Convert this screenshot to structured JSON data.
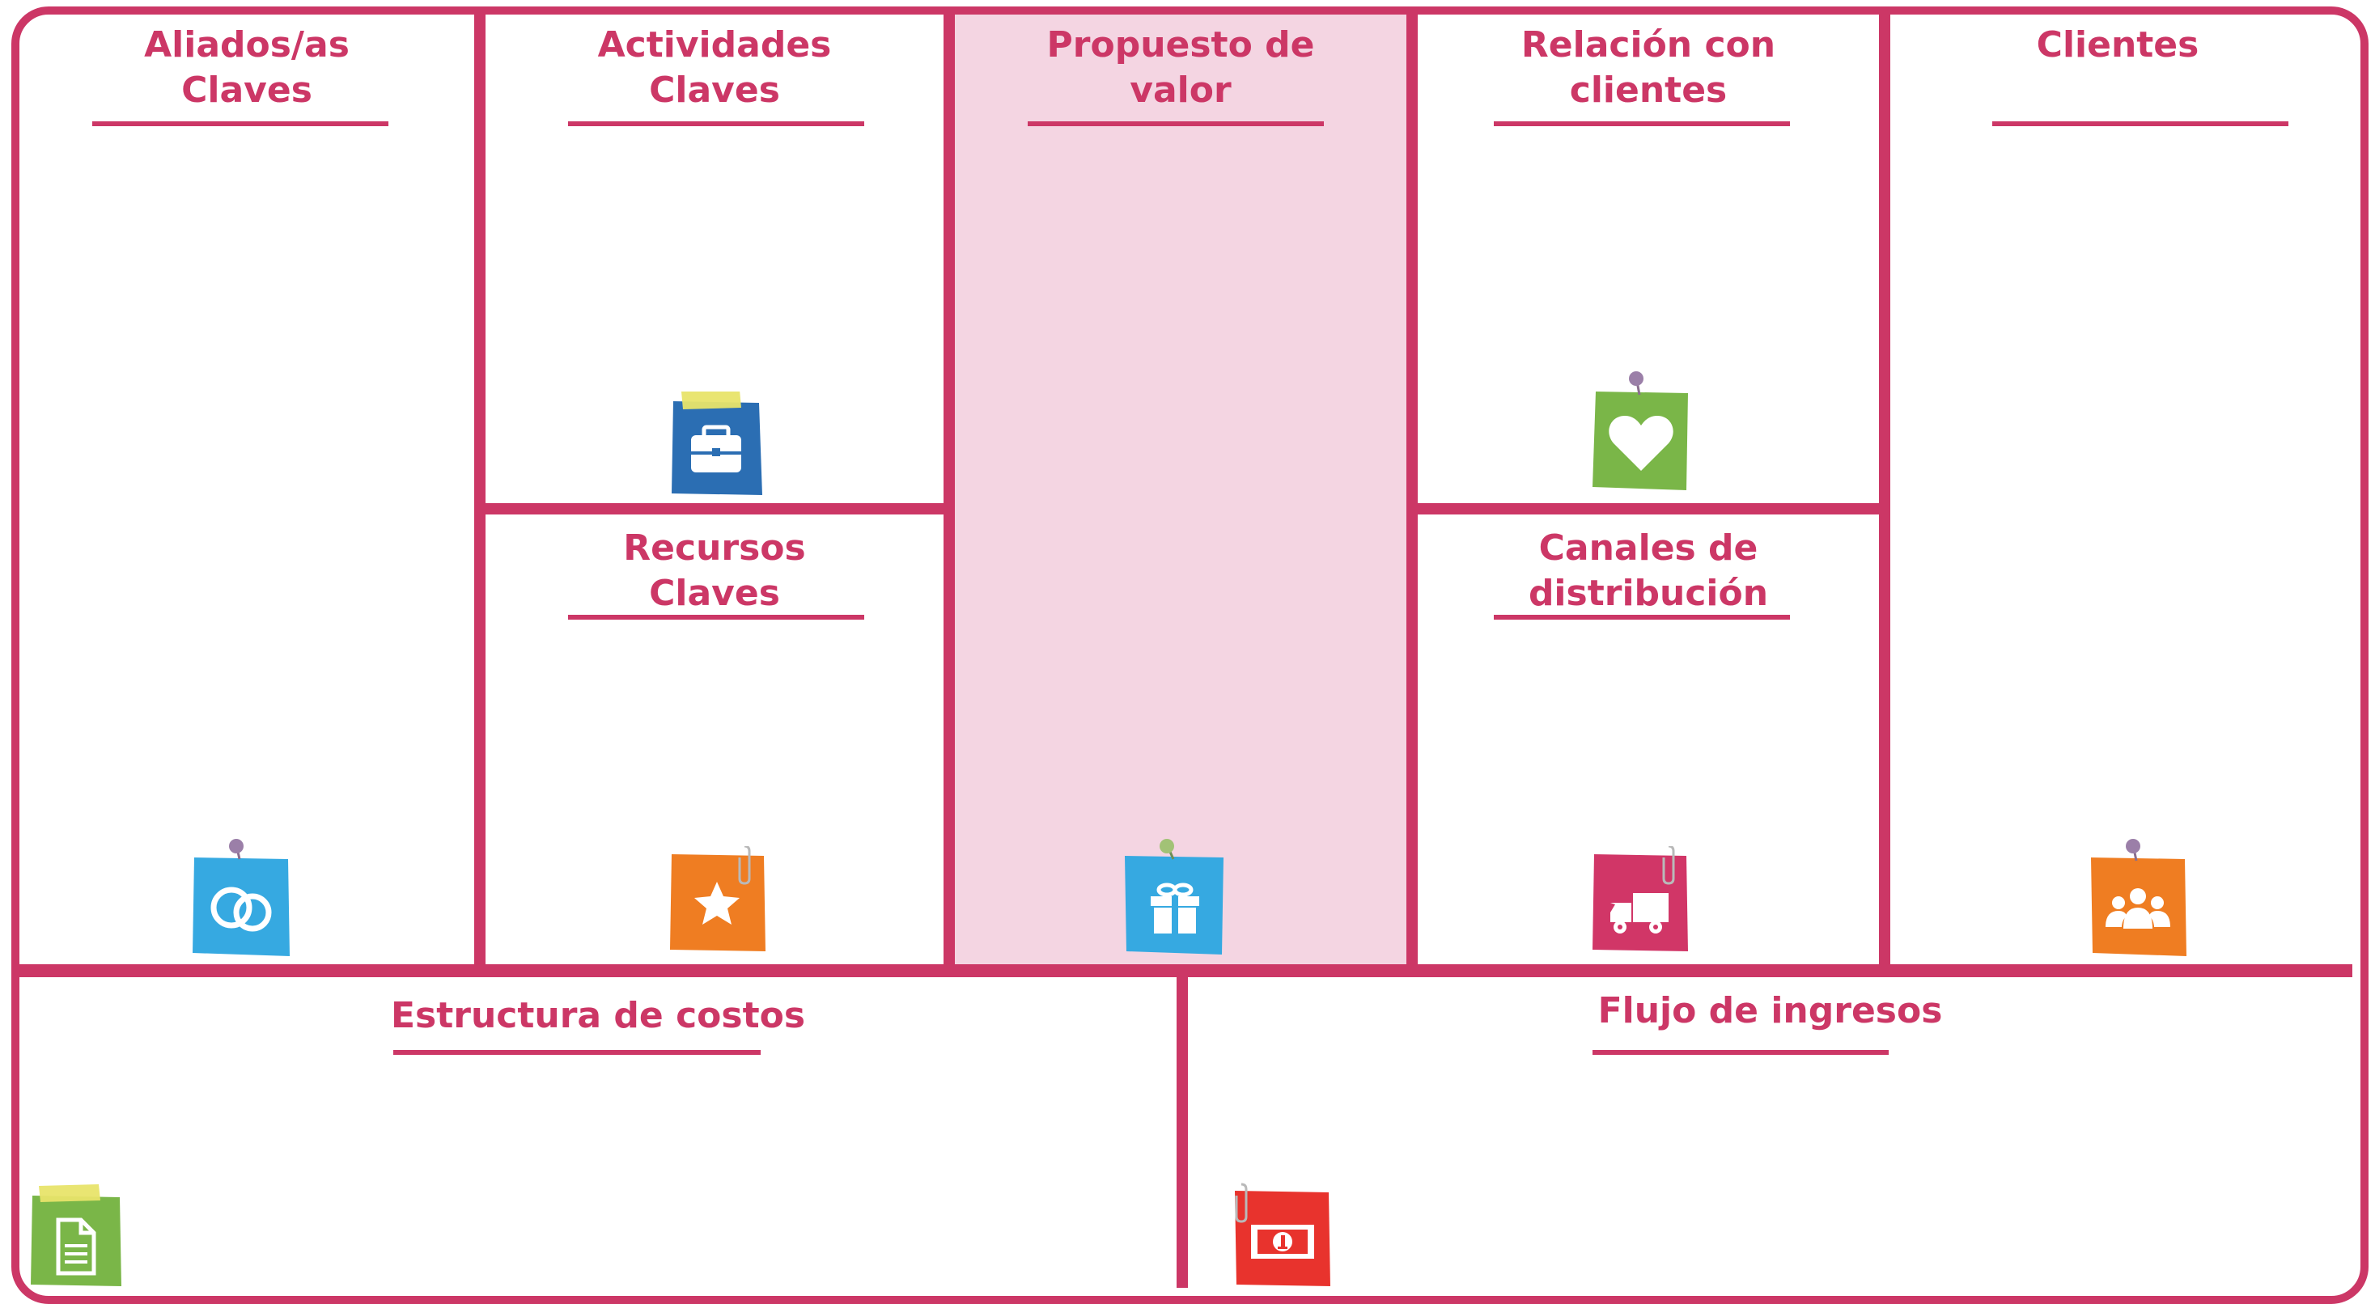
{
  "canvas": {
    "accent_color": "#cc3766",
    "highlight_color": "#f4d5e2"
  },
  "blocks": {
    "key_partners": {
      "title_line1": "Aliados/as",
      "title_line2": "Claves",
      "icon": "rings-icon",
      "note_color": "#36a9e1"
    },
    "key_activities": {
      "title_line1": "Actividades",
      "title_line2": "Claves",
      "icon": "briefcase-icon",
      "note_color": "#2b6eb3"
    },
    "key_resources": {
      "title_line1": "Recursos",
      "title_line2": "Claves",
      "icon": "star-icon",
      "note_color": "#ef7d22"
    },
    "value_proposition": {
      "title_line1": "Propuesto de",
      "title_line2": "valor",
      "icon": "gift-icon",
      "note_color": "#36a9e1"
    },
    "customer_relationships": {
      "title_line1": "Relación con",
      "title_line2": "clientes",
      "icon": "heart-icon",
      "note_color": "#7ab648"
    },
    "channels": {
      "title_line1": "Canales de",
      "title_line2": "distribución",
      "icon": "truck-icon",
      "note_color": "#d13667"
    },
    "customer_segments": {
      "title_line1": "Clientes",
      "icon": "people-icon",
      "note_color": "#ef7d22"
    },
    "cost_structure": {
      "title_line1": "Estructura de costos",
      "icon": "document-icon",
      "note_color": "#7ab648"
    },
    "revenue_streams": {
      "title_line1": "Flujo de ingresos",
      "icon": "banknote-icon",
      "note_color": "#e8332d"
    }
  }
}
